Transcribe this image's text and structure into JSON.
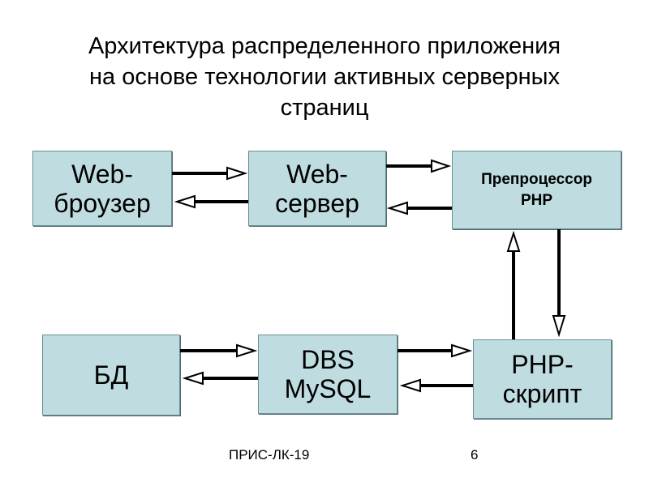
{
  "title": {
    "line1": "Архитектура распределенного приложения",
    "line2": "на основе технологии активных серверных",
    "line3": "страниц"
  },
  "boxes": {
    "browser": {
      "line1": "Web-",
      "line2": "броузер"
    },
    "server": {
      "line1": "Web-",
      "line2": "сервер"
    },
    "preprocessor": {
      "line1": "Препроцессор",
      "line2": "PHP"
    },
    "db": {
      "line1": "БД"
    },
    "dbs": {
      "line1": "DBS",
      "line2": "MySQL"
    },
    "script": {
      "line1": "PHP-",
      "line2": "скрипт"
    }
  },
  "footer": {
    "label": "ПРИС-ЛК-19",
    "page": "6"
  },
  "colors": {
    "box_fill": "#bfdde0",
    "box_border": "#6a8f93",
    "arrow": "#000000"
  }
}
